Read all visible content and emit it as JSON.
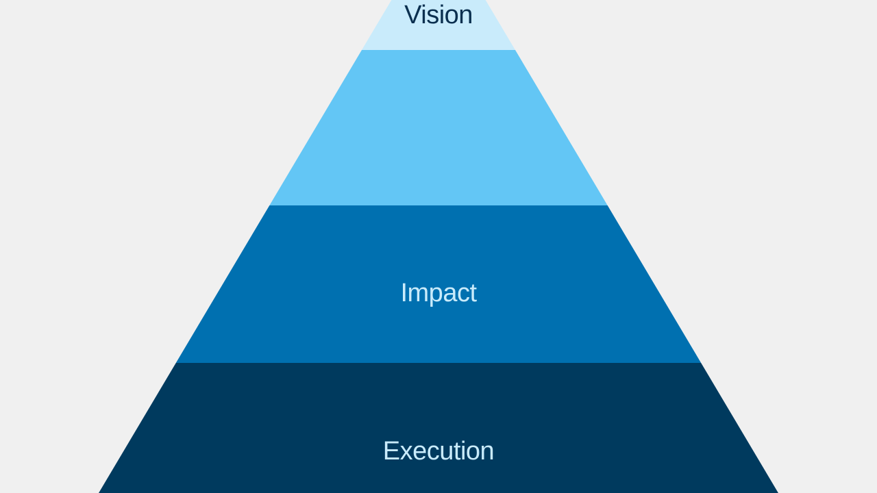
{
  "background": "#f0f0f0",
  "pyramid": {
    "tiers": [
      {
        "key": "vision",
        "label": "Vision",
        "fill": "#c9ebfb",
        "text_color": "#0a2f4f"
      },
      {
        "key": "strategy",
        "label": "",
        "fill": "#63c6f5",
        "text_color": "#0a2f4f"
      },
      {
        "key": "impact",
        "label": "Impact",
        "fill": "#0070b0",
        "text_color": "#c9ebfb"
      },
      {
        "key": "execution",
        "label": "Execution",
        "fill": "#003a5e",
        "text_color": "#c9ebfb"
      }
    ]
  }
}
